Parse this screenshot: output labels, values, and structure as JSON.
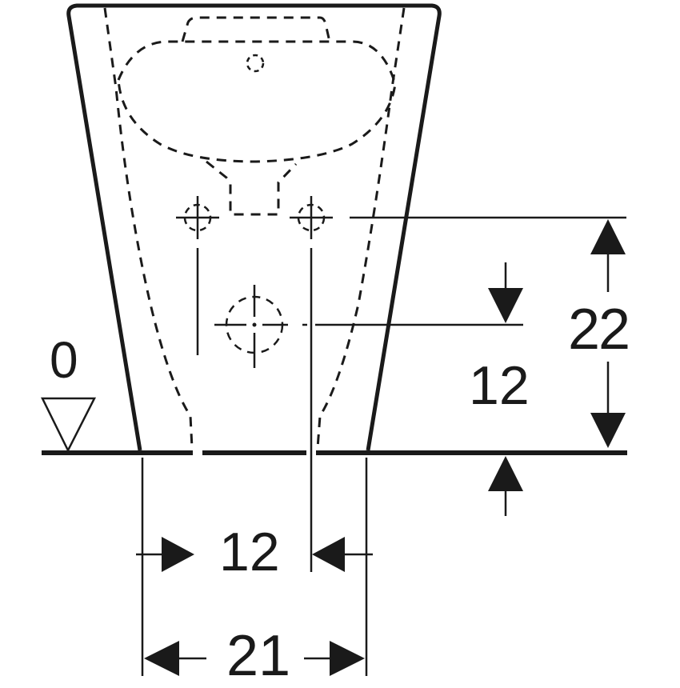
{
  "drawing": {
    "type": "technical dimension drawing",
    "subject": "floor-standing bidet, front view with hidden connection outlines",
    "stroke_color": "#1a1a1a",
    "background": "#ffffff"
  },
  "reference_level": {
    "label": "0",
    "symbol": "level-triangle"
  },
  "dimensions": {
    "vertical_total": {
      "value": "22",
      "description": "height of water supply connections above floor"
    },
    "vertical_drain": {
      "value": "12",
      "description": "height of drain connection above floor"
    },
    "horizontal_inner": {
      "value": "12",
      "description": "distance from base edge to connection axis"
    },
    "horizontal_total": {
      "value": "21",
      "description": "width of base footprint"
    }
  }
}
